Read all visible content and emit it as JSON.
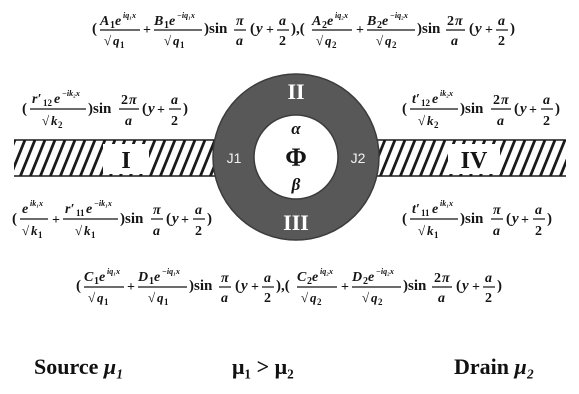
{
  "equations": {
    "top": "(A₁e^{iq₁x}/√q₁ + B₁e^{−iq₁x}/√q₁) sin(π/a)(y + a/2), (A₂e^{iq₂x}/√q₂ + B₂e^{−iq₂x}/√q₂) sin(2π/a)(y + a/2)",
    "bottom": "(C₁e^{iq₁x}/√q₁ + D₁e^{−iq₁x}/√q₁) sin(π/a)(y + a/2), (C₂e^{iq₂x}/√q₂ + D₂e^{−iq₂x}/√q₂) sin(2π/a)(y + a/2)",
    "left_upper": "(r′₁₂e^{−ik₂x}/√k₂) sin(2π/a)(y + a/2)",
    "left_lower": "(e^{ik₁x}/√k₁ + r′₁₁e^{−ik₁x}/√k₁) sin(π/a)(y + a/2)",
    "right_upper": "(t′₁₂e^{ik₂x}/√k₂) sin(2π/a)(y + a/2)",
    "right_lower": "(t′₁₁e^{ik₁x}/√k₁) sin(π/a)(y + a/2)"
  },
  "regions": {
    "lead_left": "I",
    "lead_right": "IV",
    "ring_upper": "II",
    "ring_lower": "III",
    "flux": "Φ",
    "alpha": "α",
    "beta": "β",
    "junction_left": "J1",
    "junction_right": "J2"
  },
  "labels": {
    "source_text": "Source",
    "source_mu": "μ₁",
    "relation": "μ₁ > μ₂",
    "drain_text": "Drain",
    "drain_mu": "μ₂"
  },
  "colors": {
    "ring": "#585858",
    "ring_edge": "#3c3c3c",
    "hatch": "#1a1a1a",
    "text": "#151515"
  }
}
